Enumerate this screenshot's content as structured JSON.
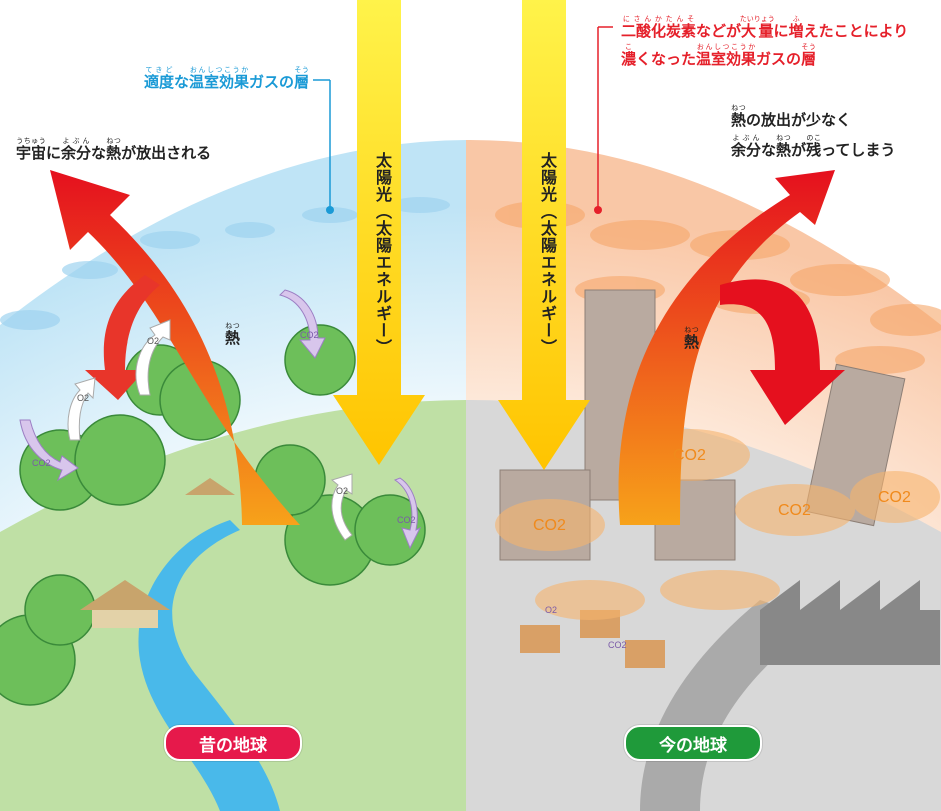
{
  "labels": {
    "left_layer": [
      {
        "t": "適度",
        "r": "てきど"
      },
      {
        "t": "な"
      },
      {
        "t": "温室効果",
        "r": "おんしつこうか"
      },
      {
        "t": "ガスの"
      },
      {
        "t": "層",
        "r": "そう"
      }
    ],
    "left_space": [
      {
        "t": "宇宙",
        "r": "うちゅう"
      },
      {
        "t": "に"
      },
      {
        "t": "余分",
        "r": "よぶん"
      },
      {
        "t": "な"
      },
      {
        "t": "熱",
        "r": "ねつ"
      },
      {
        "t": "が放出される"
      }
    ],
    "right_line1": [
      {
        "t": "二酸化炭素",
        "r": "にさんかたんそ"
      },
      {
        "t": "などが"
      },
      {
        "t": "大量",
        "r": "たいりょう"
      },
      {
        "t": "に"
      },
      {
        "t": "増",
        "r": "ふ"
      },
      {
        "t": "えたことにより"
      }
    ],
    "right_line2": [
      {
        "t": "濃",
        "r": "こ"
      },
      {
        "t": "くなった"
      },
      {
        "t": "温室効果",
        "r": "おんしつこうか"
      },
      {
        "t": "ガスの"
      },
      {
        "t": "層",
        "r": "そう"
      }
    ],
    "right_heat1": [
      {
        "t": "熱",
        "r": "ねつ"
      },
      {
        "t": "の放出が少なく"
      }
    ],
    "right_heat2": [
      {
        "t": "余分",
        "r": "よぶん"
      },
      {
        "t": "な"
      },
      {
        "t": "熱",
        "r": "ねつ"
      },
      {
        "t": "が"
      },
      {
        "t": "残",
        "r": "のこ"
      },
      {
        "t": "ってしまう"
      }
    ]
  },
  "sunlight": "太陽光（太陽エネルギー）",
  "heat": "熱",
  "heat_ruby": "ねつ",
  "o2": "O2",
  "co2": "CO2",
  "past_earth": "昔の地球",
  "present_earth": "今の地球",
  "colors": {
    "past": "#e6194b",
    "present": "#1f9a3a",
    "sun": "#ffd800",
    "heat": "#f25a12",
    "co2": "#f08a1c"
  }
}
